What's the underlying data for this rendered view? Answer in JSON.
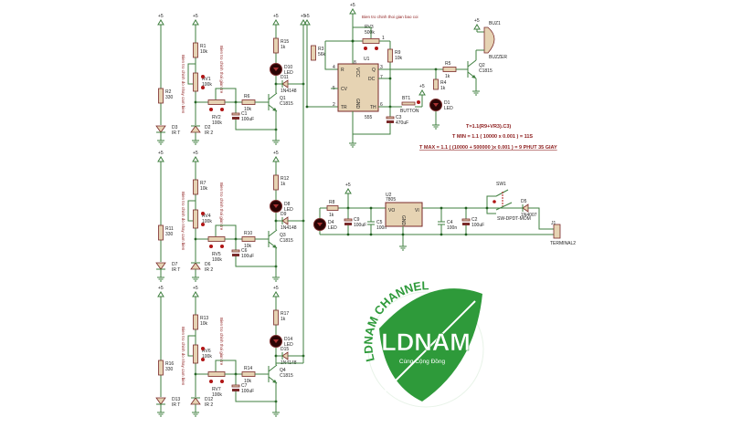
{
  "supply_label": "+5",
  "channels": [
    {
      "r_ir": "R2",
      "r_ir_val": "330",
      "d_ir": "D3",
      "d_ir_val": "IR T",
      "r_top": "R1",
      "r_top_val": "10k",
      "rv_sens": "RV1",
      "rv_sens_val": "100k",
      "d_rx": "D2",
      "d_rx_val": "IR 2",
      "rv_delay": "RV2",
      "rv_delay_val": "100k",
      "r_base": "R6",
      "r_base_val": "10k",
      "cap": "C1",
      "cap_val": "100uF",
      "q": "Q1",
      "q_val": "C1815",
      "r_led": "R15",
      "r_led_val": "1k",
      "led": "D10",
      "led_val": "LED",
      "diode": "D11",
      "diode_val": "1N4148",
      "note_sens": "Bien tro chinh do nhay cam bien",
      "note_delay": "Bien tro chinh thoi gian tre"
    },
    {
      "r_ir": "R11",
      "r_ir_val": "330",
      "d_ir": "D7",
      "d_ir_val": "IR T",
      "r_top": "R7",
      "r_top_val": "10k",
      "rv_sens": "RV4",
      "rv_sens_val": "100k",
      "d_rx": "D6",
      "d_rx_val": "IR 2",
      "rv_delay": "RV5",
      "rv_delay_val": "100k",
      "r_base": "R10",
      "r_base_val": "10k",
      "cap": "C6",
      "cap_val": "100uF",
      "q": "Q3",
      "q_val": "C1815",
      "r_led": "R12",
      "r_led_val": "1k",
      "led": "D8",
      "led_val": "LED",
      "diode": "D9",
      "diode_val": "1N4148",
      "note_sens": "Bien tro chinh do nhay cam bien",
      "note_delay": "Bien tro chinh thoi gian tre"
    },
    {
      "r_ir": "R16",
      "r_ir_val": "330",
      "d_ir": "D13",
      "d_ir_val": "IR T",
      "r_top": "R13",
      "r_top_val": "10k",
      "rv_sens": "RV6",
      "rv_sens_val": "100k",
      "d_rx": "D12",
      "d_rx_val": "IR 2",
      "rv_delay": "RV7",
      "rv_delay_val": "100k",
      "r_base": "R14",
      "r_base_val": "10k",
      "cap": "C7",
      "cap_val": "100uF",
      "q": "Q4",
      "q_val": "C1815",
      "r_led": "R17",
      "r_led_val": "1k",
      "led": "D14",
      "led_val": "LED",
      "diode": "D15",
      "diode_val": "1N4148",
      "note_sens": "Bien tro chinh do nhay cam bien",
      "note_delay": "Bien tro chinh thoi gian tre"
    }
  ],
  "timer": {
    "note": "Bien tro chinh thoi gian bao coi",
    "r3": "R3",
    "r3_val": "56k",
    "rv3": "RV3",
    "rv3_val": "500k",
    "r9": "R9",
    "r9_val": "10k",
    "u1": "U1",
    "u1_val": "555",
    "pins": {
      "r": "R",
      "vcc": "VCC",
      "q": "Q",
      "dc": "DC",
      "cv": "CV",
      "tr": "TR",
      "gnd": "GND",
      "th": "TH"
    },
    "pin_nums": {
      "p1": "1",
      "p2": "2",
      "p3": "3",
      "p4": "4",
      "p5": "5",
      "p6": "6",
      "p7": "7",
      "p8": "8"
    },
    "c3": "C3",
    "c3_val": "470uF",
    "bt1": "BT1",
    "bt1_val": "BUTTON",
    "r5": "R5",
    "r5_val": "1k",
    "r4": "R4",
    "r4_val": "1k",
    "d1": "D1",
    "d1_val": "LED",
    "q2": "Q2",
    "q2_val": "C1815",
    "buz": "BUZ1",
    "buz_val": "BUZZER",
    "formula1": "T=1.1(R9+VR3).C3)",
    "formula2": "T MIN = 1.1 ( 10000 x 0.001 ) = 11S",
    "formula3": "T MAX = 1.1 ( (10000 + 500000 )x 0.001 ) = 9 PHUT 35 GIAY"
  },
  "power": {
    "d4": "D4",
    "d4_val": "LED",
    "r8": "R8",
    "r8_val": "1k",
    "c9": "C9",
    "c9_val": "100uF",
    "c5": "C5",
    "c5_val": "100n",
    "u2": "U2",
    "u2_val": "7805",
    "vo": "VO",
    "vi": "VI",
    "gnd": "GND",
    "c4": "C4",
    "c4_val": "100n",
    "c2": "C2",
    "c2_val": "100uF",
    "sw1": "SW1",
    "sw1_val": "SW-DPDT-MOM",
    "d5": "D5",
    "d5_val": "1N4007",
    "j1": "J1",
    "j1_val": "TERMINAL2"
  },
  "logo": {
    "arc_text": "LDNAM CHANNEL",
    "main_text": "LDNAM",
    "tagline": "Cùng Cộng Đồng",
    "color": "#2e9a3a"
  },
  "colors": {
    "wire": "#3f7f3f",
    "component": "#7a2a2a",
    "annotation": "#8b1a1a"
  }
}
